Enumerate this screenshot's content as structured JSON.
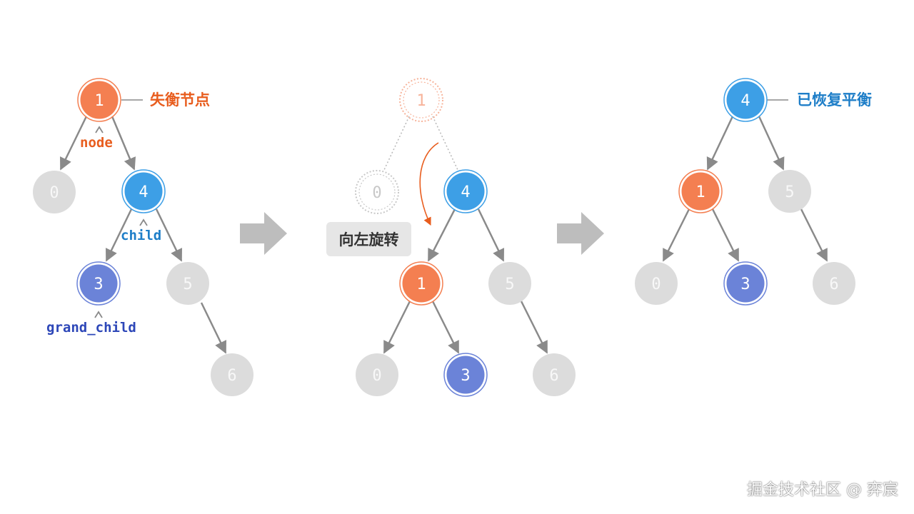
{
  "colors": {
    "orange": "#f47f51",
    "blue": "#3d9fe6",
    "purple": "#6b83d8",
    "gray": "#dcdcdc",
    "label_orange": "#e85d1e",
    "label_blue": "#1e7ec8",
    "label_purple": "#2d47b8"
  },
  "stage1": {
    "node_1": "1",
    "node_0": "0",
    "node_4": "4",
    "node_3": "3",
    "node_5": "5",
    "node_6": "6",
    "annotation_unbalanced": "失衡节点",
    "pointer_node": "node",
    "pointer_child": "child",
    "pointer_grand_child": "grand_child"
  },
  "stage2": {
    "node_1_ghost": "1",
    "node_0_ghost": "0",
    "node_4": "4",
    "node_1": "1",
    "node_5": "5",
    "node_0": "0",
    "node_3": "3",
    "node_6": "6",
    "operation": "向左旋转"
  },
  "stage3": {
    "node_4": "4",
    "node_1": "1",
    "node_5": "5",
    "node_0": "0",
    "node_3": "3",
    "node_6": "6",
    "annotation_balanced": "已恢复平衡"
  },
  "watermark": "掘金技术社区 @ 弈宸"
}
